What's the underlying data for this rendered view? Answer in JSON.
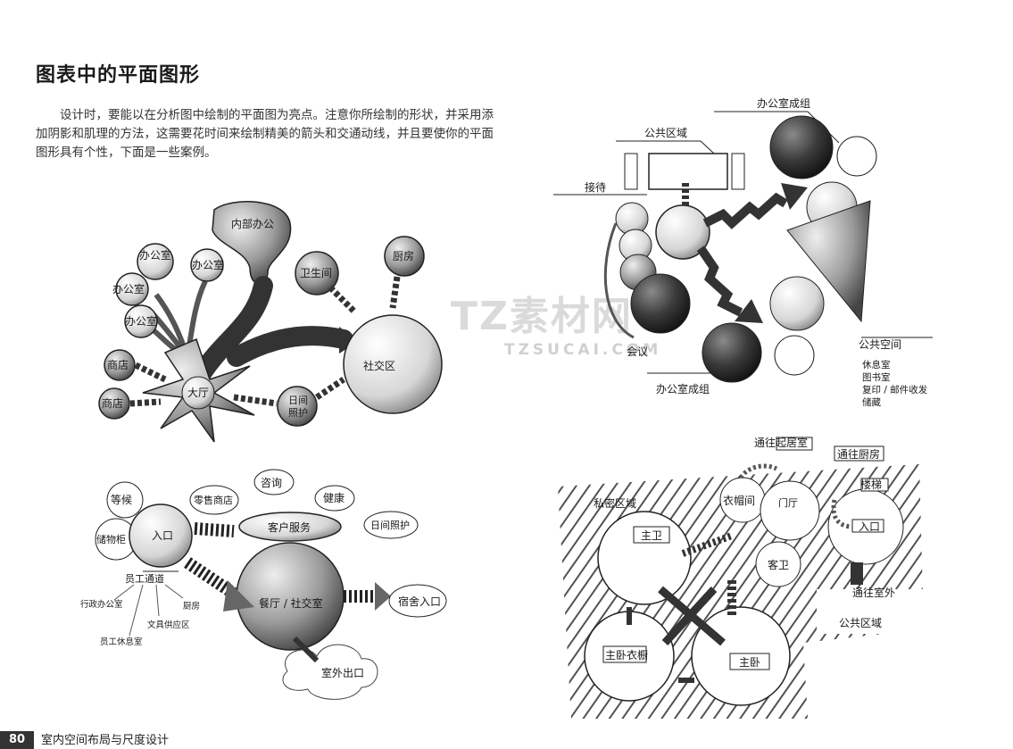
{
  "page": {
    "title": "图表中的平面图形",
    "intro": "设计时，要能以在分析图中绘制的平面图为亮点。注意你所绘制的形状，并采用添加阴影和肌理的方法，这需要花时间来绘制精美的箭头和交通动线，并且要使你的平面图形具有个性，下面是一些案例。"
  },
  "diagram1": {
    "hub": "大厅",
    "internal_office": "内部办公",
    "offices": [
      "办公室",
      "办公室",
      "办公室",
      "办公室"
    ],
    "shops": [
      "商店",
      "商店"
    ],
    "restroom": "卫生间",
    "kitchen": "厨房",
    "social": "社交区",
    "daycare": "日间照护"
  },
  "diagram2": {
    "office_group_top": "办公室成组",
    "public_area": "公共区域",
    "reception": "接待",
    "meeting": "会议",
    "office_group_bottom": "办公室成组",
    "public_space": "公共空间",
    "public_space_items": [
      "休息室",
      "图书室",
      "复印 / 邮件收发",
      "储藏"
    ]
  },
  "diagram3": {
    "waiting": "等候",
    "retail": "零售商店",
    "consult": "咨询",
    "health": "健康",
    "storage": "储物柜",
    "entrance": "入口",
    "customer_service": "客户服务",
    "daycare": "日间照护",
    "staff_passage": "员工通道",
    "admin_office": "行政办公室",
    "kitchen": "厨房",
    "supplies": "文具供应区",
    "staff_lounge": "员工休息室",
    "dining": "餐厅 / 社交室",
    "dorm_entrance": "宿舍入口",
    "outdoor_exit": "室外出口"
  },
  "diagram4": {
    "to_living": "通往起居室",
    "to_kitchen": "通往厨房",
    "coat": "衣帽间",
    "foyer": "门厅",
    "stair": "楼梯",
    "private_zone": "私密区域",
    "master_bath": "主卫",
    "guest_bath": "客卫",
    "entrance": "入口",
    "to_outdoor": "通往室外",
    "public_zone": "公共区域",
    "master_closet": "主卧衣橱",
    "master_bed": "主卧"
  },
  "watermark": {
    "main": "TZ素材网",
    "sub": "TZSUCAI.COM"
  },
  "footer": {
    "page_number": "80",
    "book_title": "室内空间布局与尺度设计"
  },
  "colors": {
    "ink": "#1a1a1a",
    "shade_dark": "#3a3a3a",
    "shade_mid": "#9a9a9a",
    "shade_light": "#dcdcdc"
  }
}
